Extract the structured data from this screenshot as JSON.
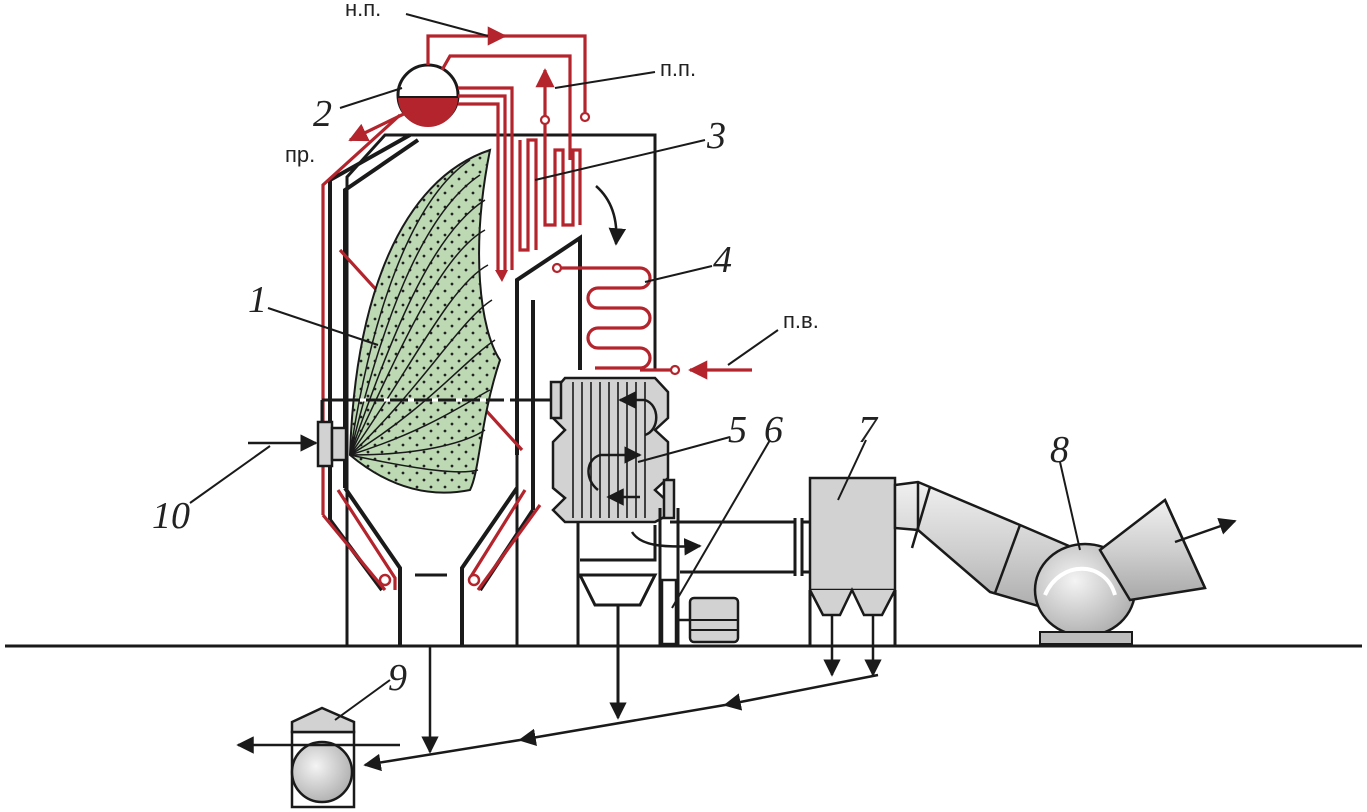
{
  "labels": {
    "n1": "1",
    "n2": "2",
    "n3": "3",
    "n4": "4",
    "n5": "5",
    "n6": "6",
    "n7": "7",
    "n8": "8",
    "n9": "9",
    "n10": "10"
  },
  "abbreviations": {
    "np": "н.п.",
    "pp": "п.п.",
    "pr": "пр.",
    "pv": "п.в."
  },
  "colors": {
    "red_pipe": "#b4242d",
    "green_flame": "#bcd9b4",
    "metal_gray": "#d2d2d2",
    "line_black": "#1a1a1a"
  }
}
